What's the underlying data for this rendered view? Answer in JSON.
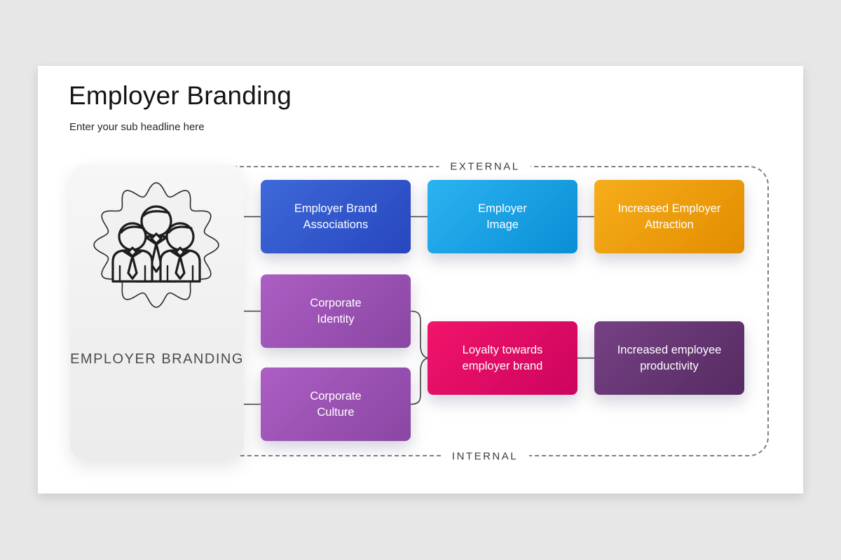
{
  "page": {
    "title": "Employer Branding",
    "subtitle": "Enter your sub headline here"
  },
  "zones": {
    "external_label": "EXTERNAL",
    "internal_label": "INTERNAL"
  },
  "hub": {
    "line1": "EMPLOYER",
    "line2": "BRANDING",
    "icon": "team-people-seal-badge-icon",
    "card_color": "#f1f1f1"
  },
  "nodes": [
    {
      "id": "employer-brand-associations",
      "line1": "Employer Brand",
      "line2": "Associations",
      "zone": "external",
      "gradient": [
        "#3e69d8",
        "#2746bf"
      ]
    },
    {
      "id": "employer-image",
      "line1": "Employer",
      "line2": "Image",
      "zone": "external",
      "gradient": [
        "#2bb3f1",
        "#0a8ed5"
      ]
    },
    {
      "id": "increased-employer-attraction",
      "line1": "Increased Employer",
      "line2": "Attraction",
      "zone": "external",
      "gradient": [
        "#f6ad1b",
        "#e28d00"
      ]
    },
    {
      "id": "corporate-identity",
      "line1": "Corporate",
      "line2": "Identity",
      "zone": "internal",
      "gradient": [
        "#ac5ec3",
        "#8a46a3"
      ]
    },
    {
      "id": "loyalty-towards-employer-brand",
      "line1": "Loyalty towards",
      "line2": "employer brand",
      "zone": "internal",
      "gradient": [
        "#f1146a",
        "#cc045e"
      ]
    },
    {
      "id": "increased-employee-productivity",
      "line1": "Increased employee",
      "line2": "productivity",
      "zone": "internal",
      "gradient": [
        "#764184",
        "#562b62"
      ]
    },
    {
      "id": "corporate-culture",
      "line1": "Corporate",
      "line2": "Culture",
      "zone": "internal",
      "gradient": [
        "#ac5ec3",
        "#8a46a3"
      ]
    }
  ],
  "connector_color": "#3f3f3f",
  "dashed_border_color": "#808080"
}
